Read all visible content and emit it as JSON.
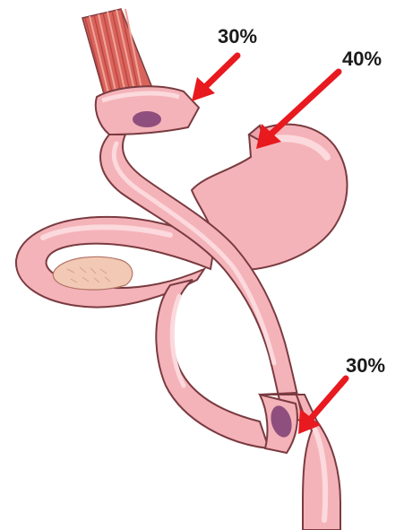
{
  "annotations": {
    "top_left": "30%",
    "top_right": "40%",
    "bottom": "30%"
  },
  "colors": {
    "label_text": "#1a1a1a",
    "arrow": "#e8191f",
    "tissue_fill": "#f4b3b9",
    "tissue_light": "#f9d3d6",
    "tissue_outline": "#7a3b40",
    "tissue_shadow": "#d98a92",
    "muscle": "#c4504e",
    "muscle_light": "#e58a80",
    "anastomosis": "#8e4f7e",
    "pancreas": "#f2c9b5"
  }
}
